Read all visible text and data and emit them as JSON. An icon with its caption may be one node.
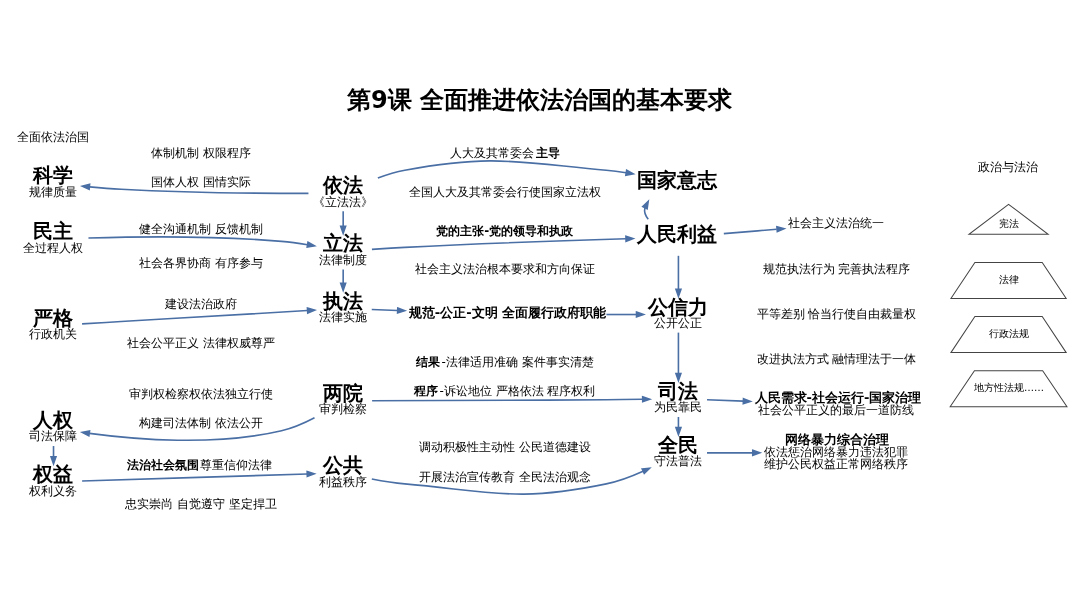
{
  "diagram": {
    "title": "第9课 全面推进依法治国的基本要求",
    "nodes": [
      {
        "text": [
          "科学",
          "规律质量"
        ]
      },
      {
        "text": [
          "依法",
          "《立法法》"
        ]
      },
      {
        "text": [
          "国家意志"
        ]
      },
      {
        "text": [
          "社会主义法治统一"
        ]
      },
      {
        "text": [
          "宪法"
        ]
      },
      {
        "text": [
          "法律"
        ]
      },
      {
        "text": [
          "行政法规"
        ]
      },
      {
        "text": [
          "地方性法规……"
        ]
      },
      {
        "text": [
          "民主",
          "全过程人权"
        ]
      },
      {
        "text": [
          "立法",
          "法律制度"
        ]
      },
      {
        "text": [
          "人民利益"
        ]
      },
      {
        "text": [
          "严格",
          "行政机关"
        ]
      },
      {
        "text": [
          "执法",
          "法律实施"
        ]
      },
      {
        "text": [
          "规范-公正-文明 全面履行政府职能"
        ]
      },
      {
        "text": [
          "公信力",
          "公开公正"
        ]
      },
      {
        "text": [
          "人权",
          "司法保障"
        ]
      },
      {
        "text": [
          "两院",
          "审判检察"
        ]
      },
      {
        "text": [
          "司法",
          "为民靠民"
        ]
      },
      {
        "text": [
          "人民需求-社会运行-国家治理",
          "社会公平正义的最后一道防线"
        ]
      },
      {
        "text": [
          "权益",
          "权利义务"
        ]
      },
      {
        "text": [
          "公共",
          "利益秩序"
        ]
      },
      {
        "text": [
          "全民",
          "守法普法"
        ]
      },
      {
        "text": [
          "网络暴力综合治理",
          "依法惩治网络暴力违法犯罪",
          "维护公民权益正常网络秩序"
        ]
      }
    ],
    "edges": [
      {
        "from": 1,
        "to": 0,
        "arrow": "to",
        "label": "国体人权 国情实际"
      },
      {
        "from": 1,
        "to": 2,
        "arrow": "to",
        "label": "人大及其常委会**主导**"
      },
      {
        "from": 1,
        "to": 9,
        "arrow": "to"
      },
      {
        "from": 8,
        "to": 9,
        "arrow": "to",
        "label": "健全沟通机制 反馈机制"
      },
      {
        "from": 9,
        "to": 10,
        "arrow": "to",
        "label": "党的主张-党的领导和执政"
      },
      {
        "from": 10,
        "to": 2,
        "arrow": "to"
      },
      {
        "from": 10,
        "to": 14,
        "arrow": "to"
      },
      {
        "from": 10,
        "to": 3,
        "arrow": "to"
      },
      {
        "from": 9,
        "to": 12,
        "arrow": "to"
      },
      {
        "from": 11,
        "to": 12,
        "arrow": "to",
        "label": "建设法治政府"
      },
      {
        "from": 12,
        "to": 13,
        "arrow": "to"
      },
      {
        "from": 13,
        "to": 14,
        "arrow": "to"
      },
      {
        "from": 14,
        "to": 17,
        "arrow": "to"
      },
      {
        "from": 16,
        "to": 15,
        "arrow": "to",
        "label": "构建司法体制 依法公开"
      },
      {
        "from": 15,
        "to": 19,
        "arrow": "to"
      },
      {
        "from": 16,
        "to": 17,
        "arrow": "to",
        "label": "**程序**-诉讼地位 严格依法 程序权利"
      },
      {
        "from": 17,
        "to": 18,
        "arrow": "to"
      },
      {
        "from": 17,
        "to": 21,
        "arrow": "to"
      },
      {
        "from": 19,
        "to": 20,
        "arrow": "to",
        "label": "**法治社会氛围** 尊重信仰法律"
      },
      {
        "from": 20,
        "to": 21,
        "arrow": "to",
        "label": "开展法治宣传教育 全民法治观念"
      },
      {
        "from": 21,
        "to": 22,
        "arrow": "to"
      }
    ],
    "labels": [
      "全面依法治国",
      "政治与法治",
      "体制机制 权限程序",
      "全国人大及其常委会行使国家立法权",
      "社会各界协商 有序参与",
      "社会主义法治根本要求和方向保证",
      "规范执法行为 完善执法程序",
      "平等差别 恰当行使自由裁量权",
      "改进执法方式 融情理法于一体",
      "社会公平正义 法律权威尊严",
      "审判权检察权依法独立行使",
      "**结果**-法律适用准确 案件事实清楚",
      "忠实崇尚 自觉遵守 坚定捍卫",
      "调动积极性主动性 公民道德建设"
    ]
  }
}
